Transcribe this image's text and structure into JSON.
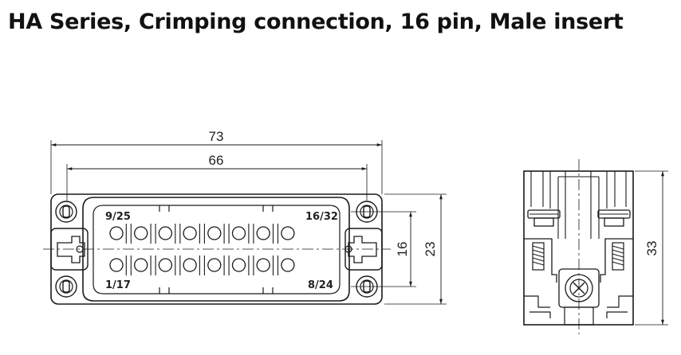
{
  "title": "HA Series, Crimping connection, 16 pin, Male insert",
  "dimensions": {
    "overall_width": "73",
    "pin_span_width": "66",
    "pin_rows_height": "16",
    "body_height": "23",
    "side_height": "33"
  },
  "pin_labels": {
    "top_left": "9/25",
    "top_right": "16/32",
    "bottom_left": "1/17",
    "bottom_right": "8/24"
  }
}
